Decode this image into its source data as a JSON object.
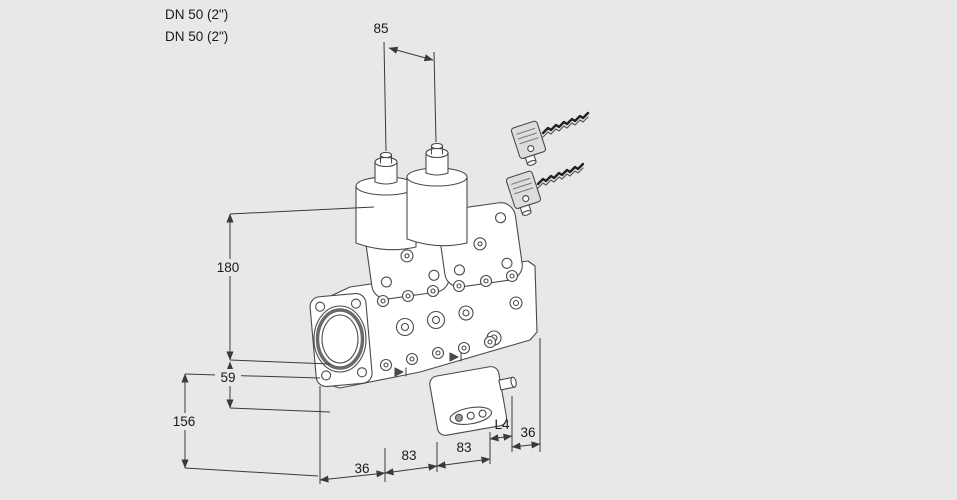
{
  "drawing": {
    "type": "technical-dimensional-drawing",
    "subject": "double-solenoid-gas-valve",
    "background_color": "#e8e8e8",
    "line_color": "#4a4a4a",
    "dimension_line_color": "#3a3a3a",
    "text_color": "#1a1a1a"
  },
  "connection_labels": {
    "inlet": "DN 50 (2\")",
    "outlet": "DN 50 (2\")"
  },
  "dimensions": {
    "actuator_spacing": "85",
    "body_height": "180",
    "flange_offset": "59",
    "lower_height": "156",
    "bottom_offset_left": "36",
    "bottom_span_1": "83",
    "bottom_span_2": "83",
    "length_l4": "L4",
    "bottom_offset_right": "36"
  }
}
